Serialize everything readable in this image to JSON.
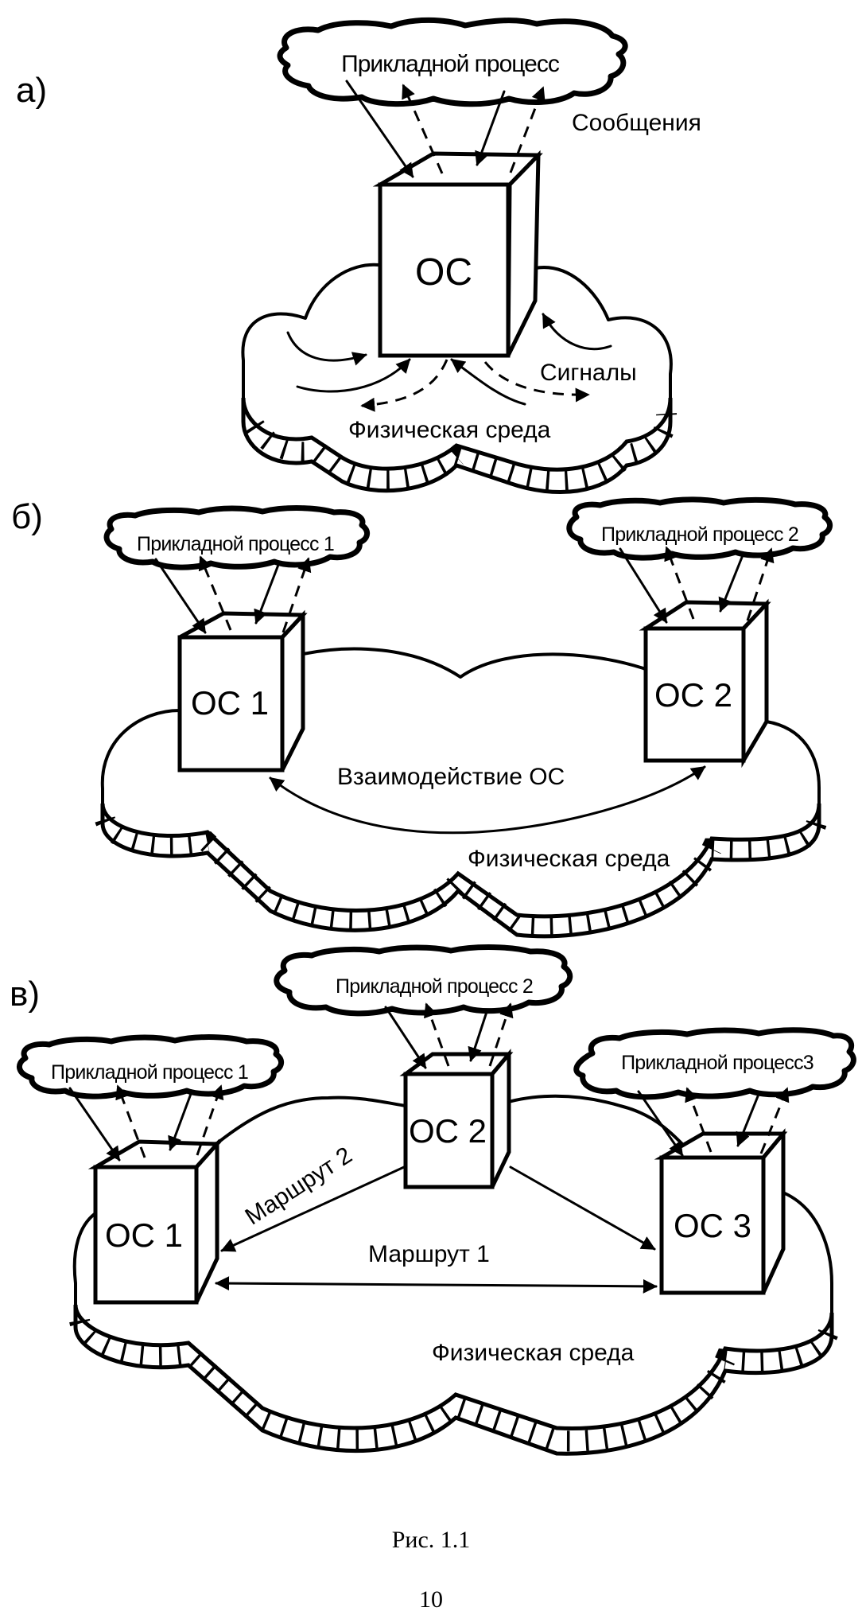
{
  "figure": {
    "caption": "Рис. 1.1",
    "page_number": "10"
  },
  "panel_a": {
    "label": "а)",
    "process": "Прикладной процесс",
    "messages": "Сообщения",
    "os": "ОС",
    "signals": "Сигналы",
    "medium": "Физическая среда"
  },
  "panel_b": {
    "label": "б)",
    "process_1": "Прикладной процесс 1",
    "process_2": "Прикладной процесс 2",
    "os_1": "ОС 1",
    "os_2": "ОС 2",
    "interaction": "Взаимодействие ОС",
    "medium": "Физическая среда"
  },
  "panel_c": {
    "label": "в)",
    "process_1": "Прикладной процесс 1",
    "process_2": "Прикладной процесс 2",
    "process_3": "Прикладной процесс3",
    "os_1": "ОС 1",
    "os_2": "ОС 2",
    "os_3": "ОС 3",
    "route_1": "Маршрут 1",
    "route_2": "Маршрут 2",
    "medium": "Физическая среда"
  }
}
